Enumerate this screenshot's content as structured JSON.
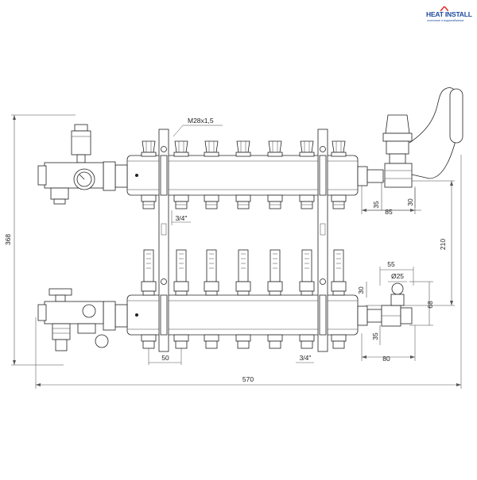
{
  "logo": {
    "brand": "HEAT INSTALL",
    "tagline": "отопление и водоснабжение"
  },
  "labels": {
    "thread": "M28x1,5",
    "total_width": "570",
    "total_height": "368",
    "rail_spacing": "210",
    "upper_right_offset": "85",
    "upper_pipe_height": "35",
    "upper_valve_height": "30",
    "lower_valve_width": "55",
    "lower_valve_diameter": "Ø25",
    "lower_valve_height": "68",
    "lower_fitting_height": "30",
    "lower_pipe_height": "35",
    "lower_right_offset": "80",
    "outlet_pitch": "50",
    "outlet_thread_upper": "3/4\"",
    "outlet_thread_lower": "3/4\""
  },
  "colors": {
    "line": "#222222",
    "dimension": "#555555",
    "logo": "#1e4aa0",
    "logo_roof": "#e0342c"
  }
}
